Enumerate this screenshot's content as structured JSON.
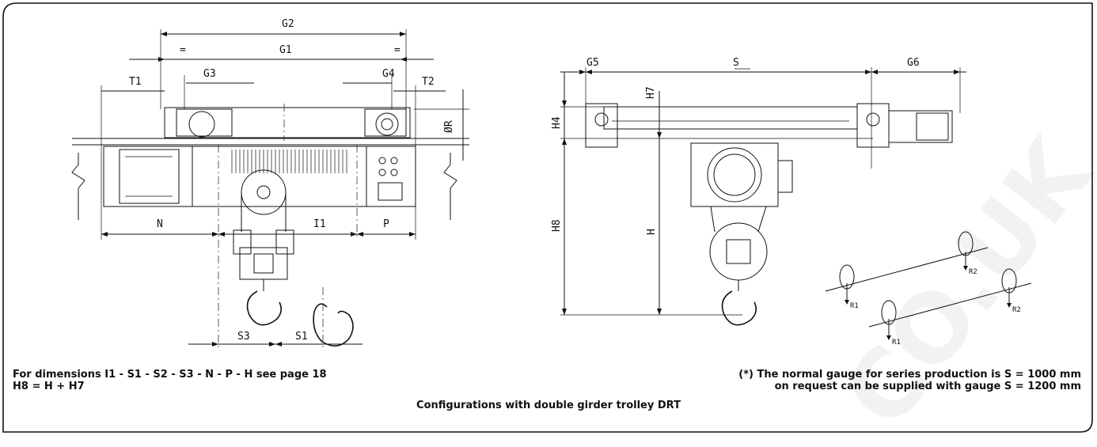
{
  "left_view": {
    "labels": {
      "g2": "G2",
      "g1": "G1",
      "eq_left": "=",
      "eq_right": "=",
      "t1": "T1",
      "g3": "G3",
      "g4": "G4",
      "t2": "T2",
      "r": "ØR",
      "n": "N",
      "i1": "I1",
      "p": "P",
      "s3": "S3",
      "s1": "S1"
    }
  },
  "right_view": {
    "labels": {
      "g5": "G5",
      "s": "S",
      "g6": "G6",
      "h7": "H7",
      "h4": "H4",
      "h8": "H8",
      "h": "H",
      "r1a": "R1",
      "r2a": "R2",
      "r1b": "R1",
      "r2b": "R2"
    }
  },
  "notes": {
    "left_line1": "For dimensions I1 - S1 - S2 - S3 - N - P - H see page 18",
    "left_line2": "H8 = H + H7",
    "right_line1": "(*) The normal gauge for series production is S = 1000 mm",
    "right_line2": "on request can be supplied with gauge S = 1200 mm",
    "caption": "Configurations with double girder trolley DRT"
  },
  "watermark": "CO.UK"
}
